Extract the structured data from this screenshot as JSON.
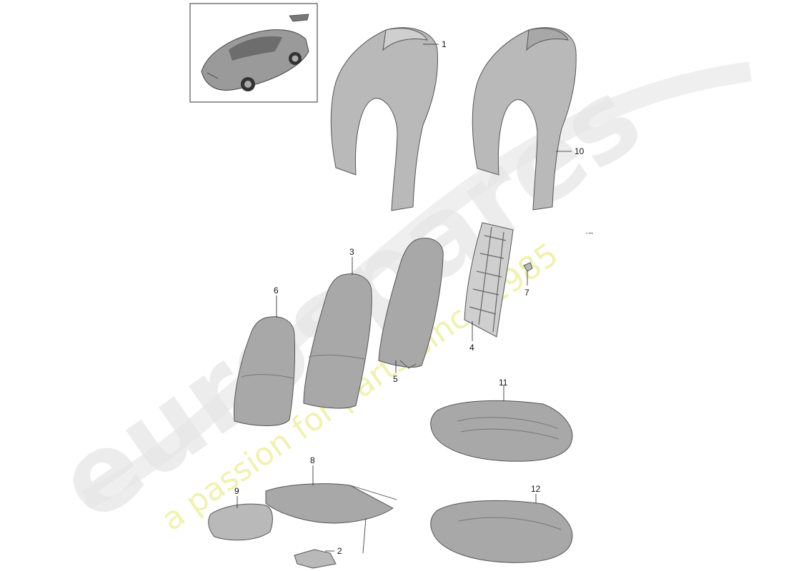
{
  "watermark": {
    "brand": "eurospares",
    "tagline": "a passion for parts since 1985"
  },
  "thumbnail": {
    "icon": "car-thumbnail-icon"
  },
  "tiny_label": "0.386",
  "callouts": [
    {
      "id": "1",
      "text": "1"
    },
    {
      "id": "2",
      "text": "2"
    },
    {
      "id": "3",
      "text": "3"
    },
    {
      "id": "4",
      "text": "4"
    },
    {
      "id": "5",
      "text": "5"
    },
    {
      "id": "6",
      "text": "6"
    },
    {
      "id": "7",
      "text": "7"
    },
    {
      "id": "8",
      "text": "8"
    },
    {
      "id": "9",
      "text": "9"
    },
    {
      "id": "10",
      "text": "10"
    },
    {
      "id": "11",
      "text": "11"
    },
    {
      "id": "12",
      "text": "12"
    }
  ]
}
